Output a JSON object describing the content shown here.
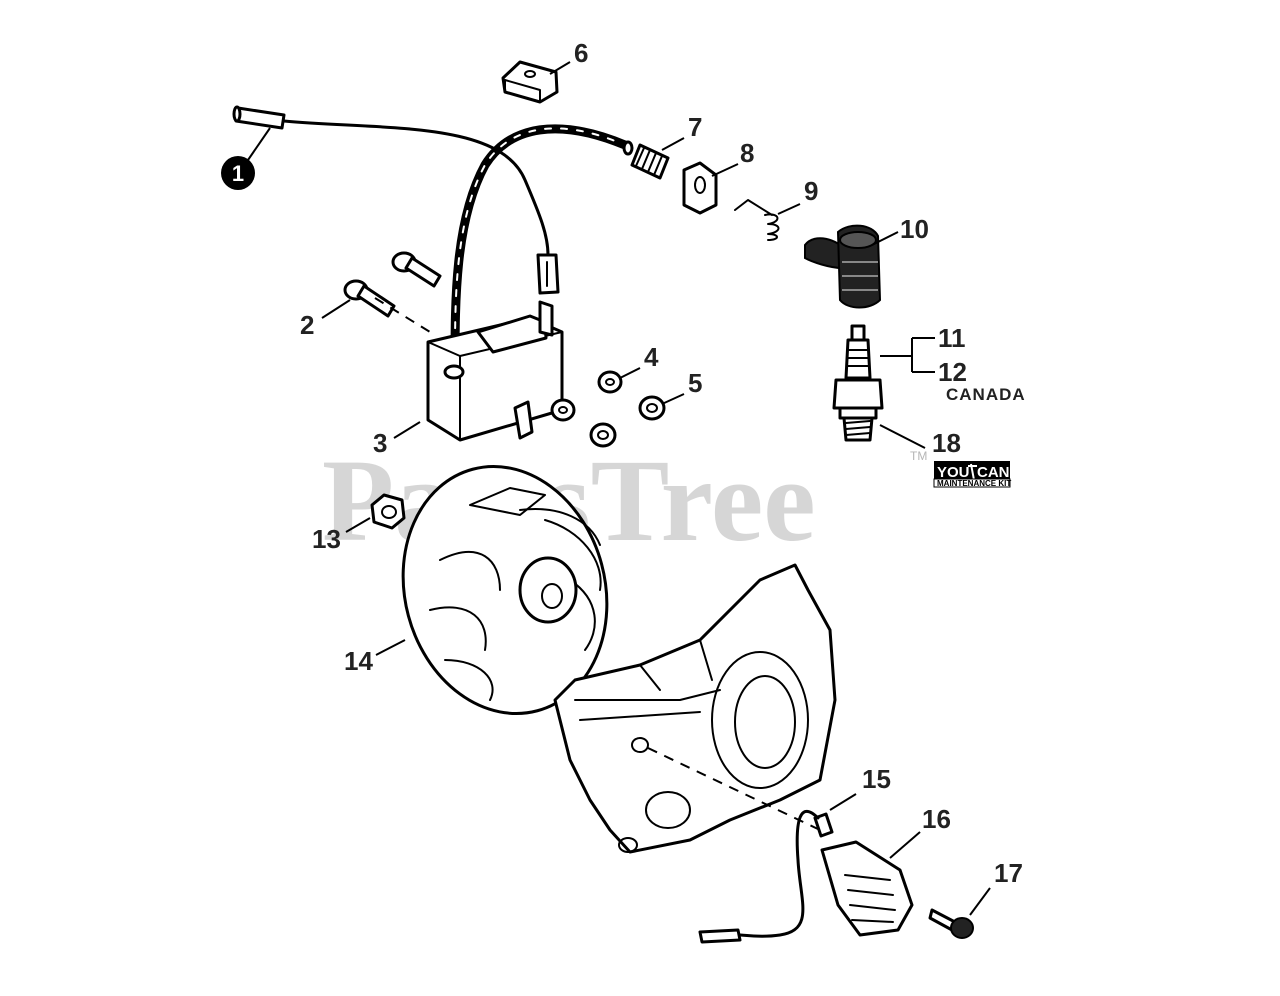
{
  "watermark": {
    "text": "PartsTree",
    "tm": "TM"
  },
  "callouts": {
    "c1": "1",
    "c2": "2",
    "c3": "3",
    "c4": "4",
    "c5": "5",
    "c6": "6",
    "c7": "7",
    "c8": "8",
    "c9": "9",
    "c10": "10",
    "c11": "11",
    "c12": "12",
    "c12_note": "CANADA",
    "c13": "13",
    "c14": "14",
    "c15": "15",
    "c16": "16",
    "c17": "17",
    "c18": "18"
  },
  "badge": {
    "top_left": "YOU",
    "top_right": "CAN",
    "bottom": "MAINTENANCE KIT"
  },
  "colors": {
    "line": "#000000",
    "label": "#222222",
    "watermark": "#b5b5b5"
  }
}
